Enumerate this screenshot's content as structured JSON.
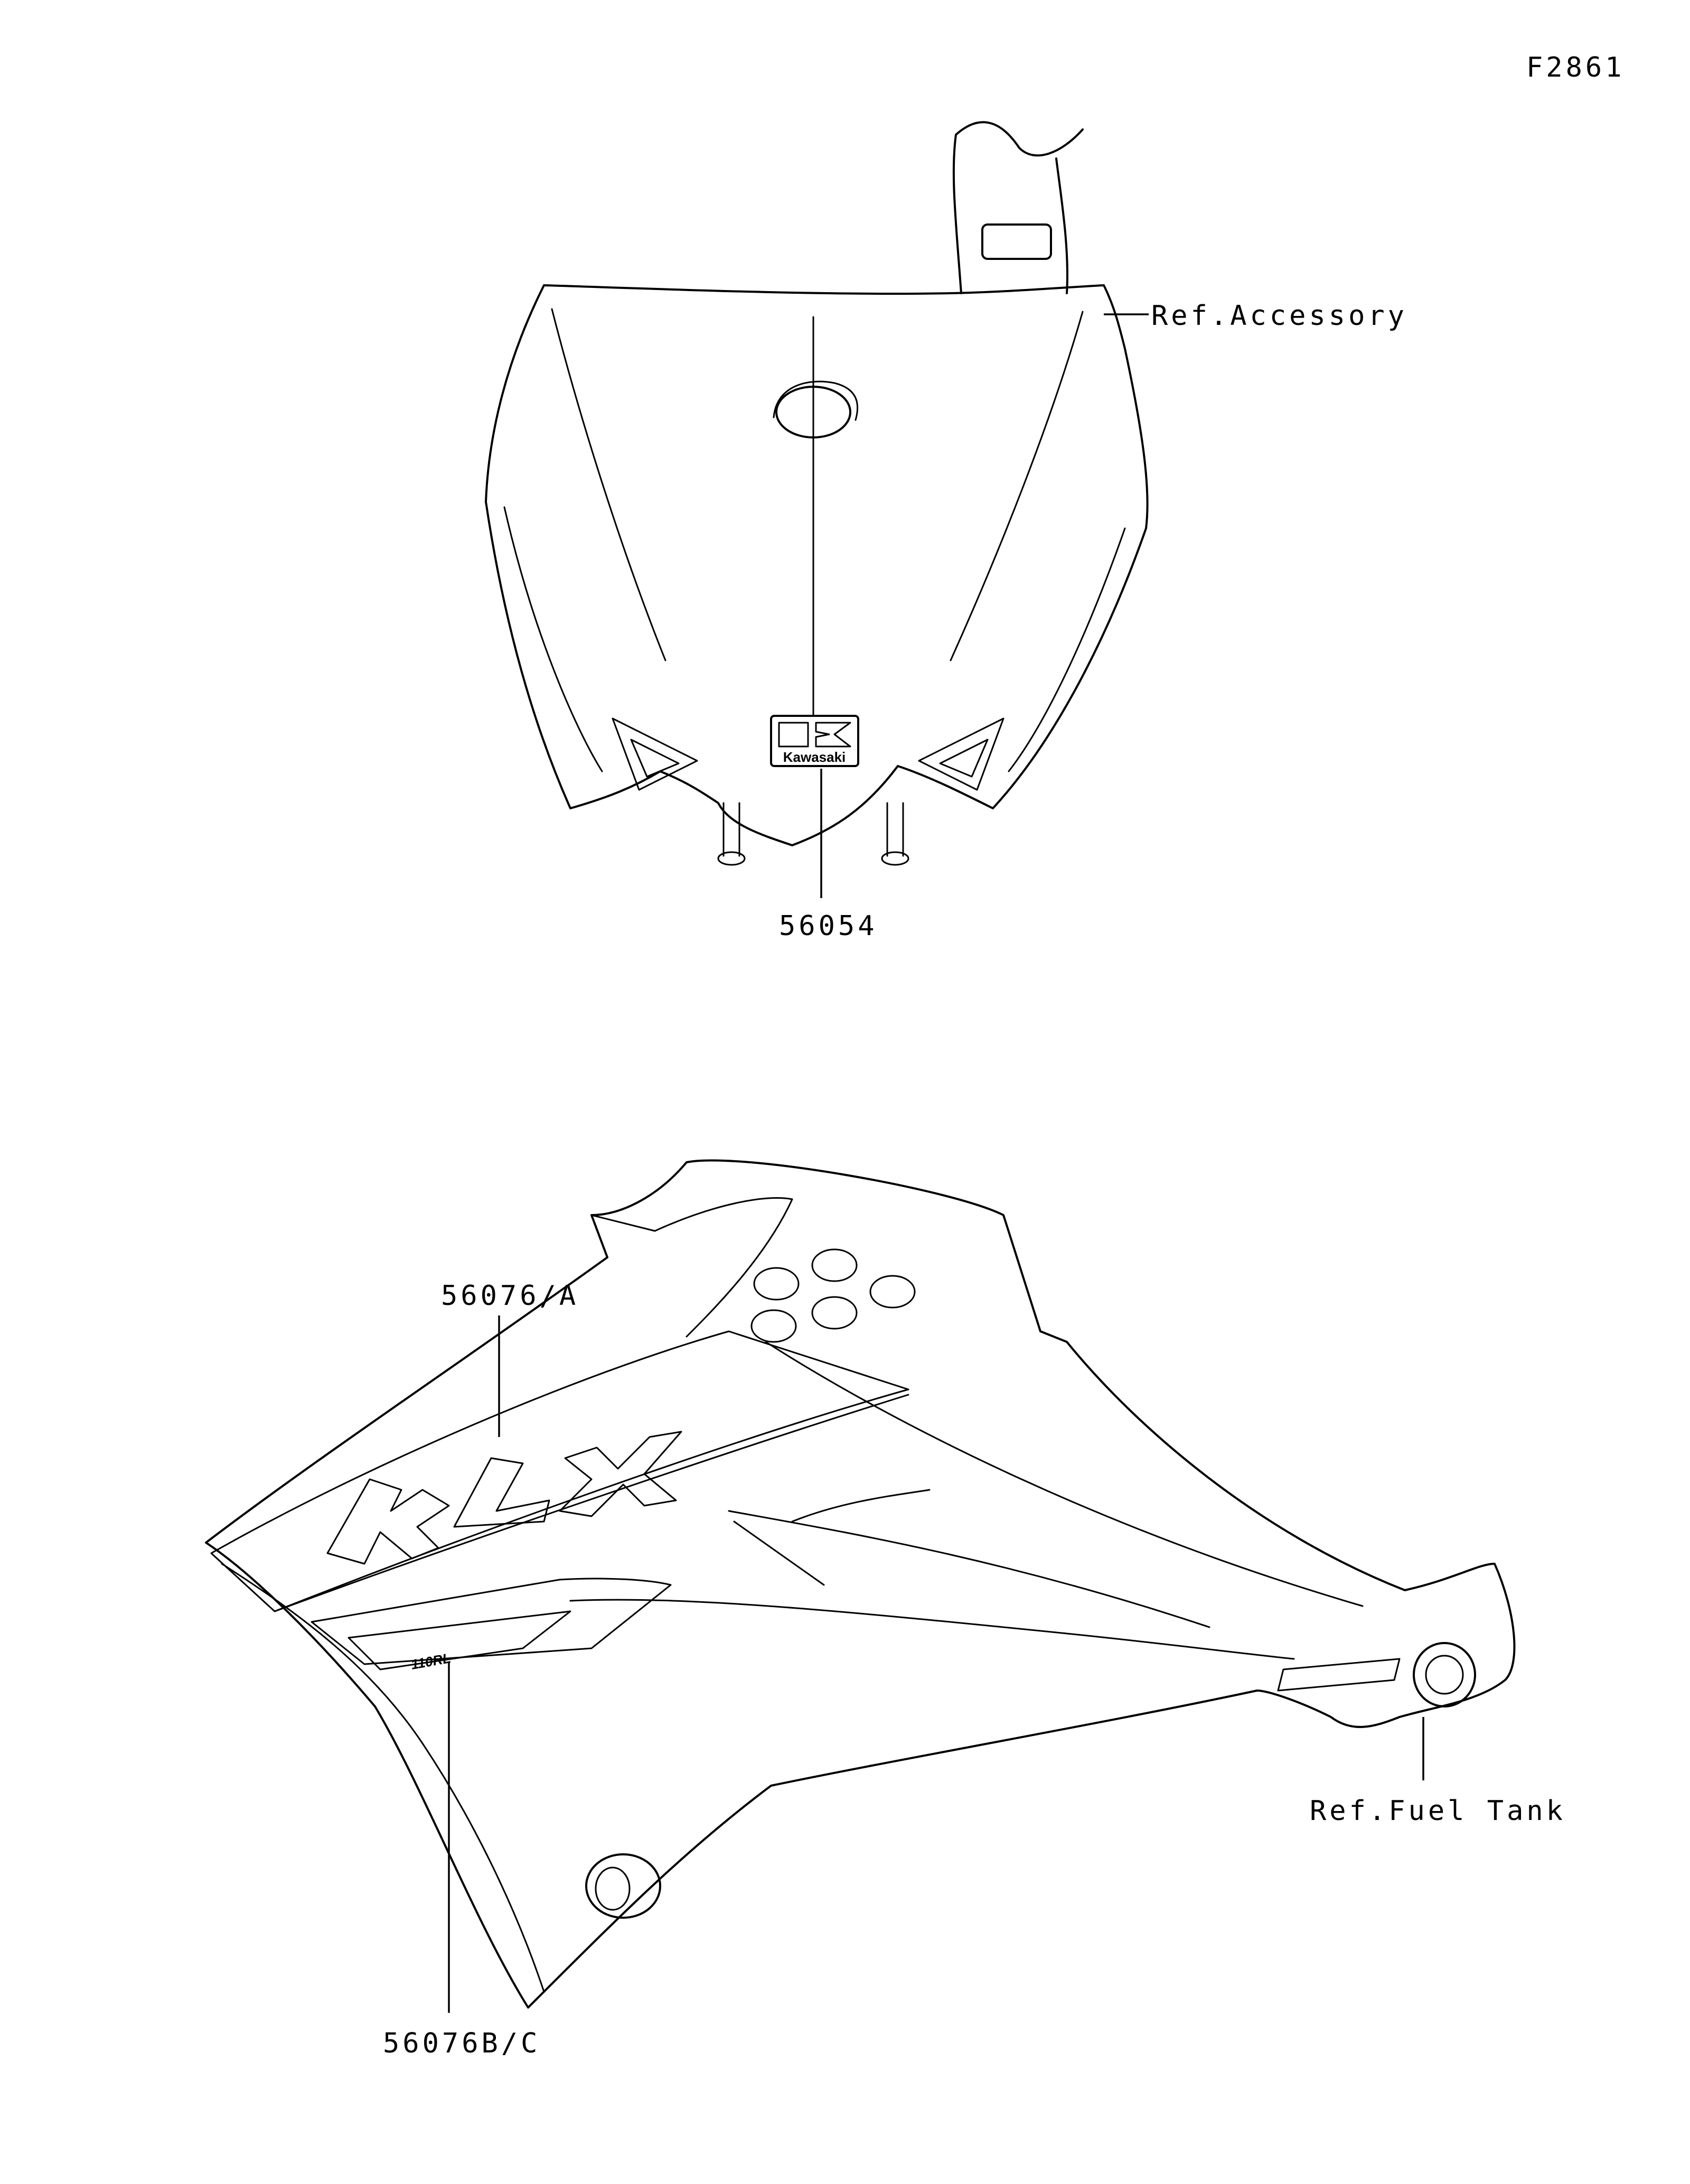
{
  "figure_code": "F2861",
  "callouts": {
    "ref_accessory": "Ref.Accessory",
    "part_56054": "56054",
    "part_56076a": "56076/A",
    "part_56076bc": "56076B/C",
    "ref_fuel_tank": "Ref.Fuel Tank"
  },
  "decals": {
    "brand_logo_text": "Kawasaki",
    "model_mark": "KLX",
    "model_sub": "110RL"
  }
}
